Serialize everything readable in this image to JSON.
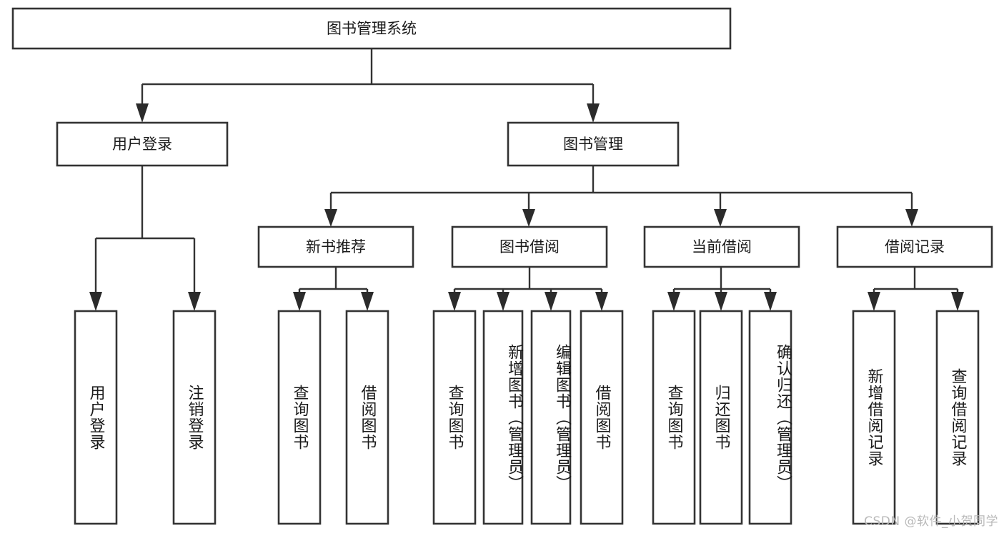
{
  "diagram": {
    "type": "tree-hierarchy",
    "title": "图书管理系统",
    "watermark": "CSDN @软件_小贺同学",
    "colors": {
      "background": "#ffffff",
      "box_fill": "#ffffff",
      "box_stroke": "#333333",
      "connector": "#333333",
      "arrow": "#2b2b2b",
      "label": "#1a1a1a",
      "watermark": "#b9b9b9"
    },
    "levels": [
      {
        "level": 0,
        "nodes": [
          {
            "id": "root",
            "label": "图书管理系统",
            "orientation": "horizontal"
          }
        ]
      },
      {
        "level": 1,
        "nodes": [
          {
            "id": "user_login",
            "label": "用户登录",
            "orientation": "horizontal",
            "parent": "root"
          },
          {
            "id": "book_mgmt",
            "label": "图书管理",
            "orientation": "horizontal",
            "parent": "root"
          }
        ]
      },
      {
        "level": 2,
        "nodes": [
          {
            "id": "new_book_rec",
            "label": "新书推荐",
            "orientation": "horizontal",
            "parent": "book_mgmt"
          },
          {
            "id": "book_borrow",
            "label": "图书借阅",
            "orientation": "horizontal",
            "parent": "book_mgmt"
          },
          {
            "id": "current_borrow",
            "label": "当前借阅",
            "orientation": "horizontal",
            "parent": "book_mgmt"
          },
          {
            "id": "borrow_record",
            "label": "借阅记录",
            "orientation": "horizontal",
            "parent": "book_mgmt"
          }
        ]
      },
      {
        "level": 3,
        "nodes": [
          {
            "id": "leaf_1",
            "label": "用户登录",
            "orientation": "vertical",
            "parent": "user_login"
          },
          {
            "id": "leaf_2",
            "label": "注销登录",
            "orientation": "vertical",
            "parent": "user_login"
          },
          {
            "id": "leaf_3",
            "label": "查询图书",
            "orientation": "vertical",
            "parent": "new_book_rec"
          },
          {
            "id": "leaf_4",
            "label": "借阅图书",
            "orientation": "vertical",
            "parent": "new_book_rec"
          },
          {
            "id": "leaf_5",
            "label": "查询图书",
            "orientation": "vertical",
            "parent": "book_borrow"
          },
          {
            "id": "leaf_6",
            "label": "新增图书（管理员）",
            "orientation": "vertical",
            "parent": "book_borrow"
          },
          {
            "id": "leaf_7",
            "label": "编辑图书（管理员）",
            "orientation": "vertical",
            "parent": "book_borrow"
          },
          {
            "id": "leaf_8",
            "label": "借阅图书",
            "orientation": "vertical",
            "parent": "book_borrow"
          },
          {
            "id": "leaf_9",
            "label": "查询图书",
            "orientation": "vertical",
            "parent": "current_borrow"
          },
          {
            "id": "leaf_10",
            "label": "归还图书",
            "orientation": "vertical",
            "parent": "current_borrow"
          },
          {
            "id": "leaf_11",
            "label": "确认归还（管理员）",
            "orientation": "vertical",
            "parent": "current_borrow"
          },
          {
            "id": "leaf_12",
            "label": "新增借阅记录",
            "orientation": "vertical",
            "parent": "borrow_record"
          },
          {
            "id": "leaf_13",
            "label": "查询借阅记录",
            "orientation": "vertical",
            "parent": "borrow_record"
          }
        ]
      }
    ]
  }
}
